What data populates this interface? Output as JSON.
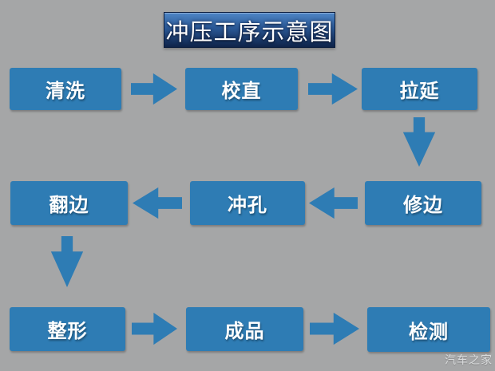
{
  "title": "冲压工序示意图",
  "watermark": "汽车之家",
  "colors": {
    "background": "#a5a6a7",
    "shape_blue": "#2e7cb4",
    "title_gradient_top": "#4e86c6",
    "title_gradient_mid": "#2a5896",
    "title_gradient_bottom": "#0e2349",
    "label_text": "#ffffff",
    "watermark_text": "#d9dbdc"
  },
  "flow": {
    "rows": [
      {
        "direction": "right",
        "steps": [
          "清洗",
          "校直",
          "拉延"
        ]
      },
      {
        "direction": "left",
        "steps": [
          "翻边",
          "冲孔",
          "修边"
        ]
      },
      {
        "direction": "right",
        "steps": [
          "整形",
          "成品",
          "检测"
        ]
      }
    ],
    "connectors": [
      {
        "from": "清洗",
        "to": "校直",
        "direction": "right"
      },
      {
        "from": "校直",
        "to": "拉延",
        "direction": "right"
      },
      {
        "from": "拉延",
        "to": "修边",
        "direction": "down"
      },
      {
        "from": "修边",
        "to": "冲孔",
        "direction": "left"
      },
      {
        "from": "冲孔",
        "to": "翻边",
        "direction": "left"
      },
      {
        "from": "翻边",
        "to": "整形",
        "direction": "down"
      },
      {
        "from": "整形",
        "to": "成品",
        "direction": "right"
      },
      {
        "from": "成品",
        "to": "检测",
        "direction": "right"
      }
    ]
  }
}
